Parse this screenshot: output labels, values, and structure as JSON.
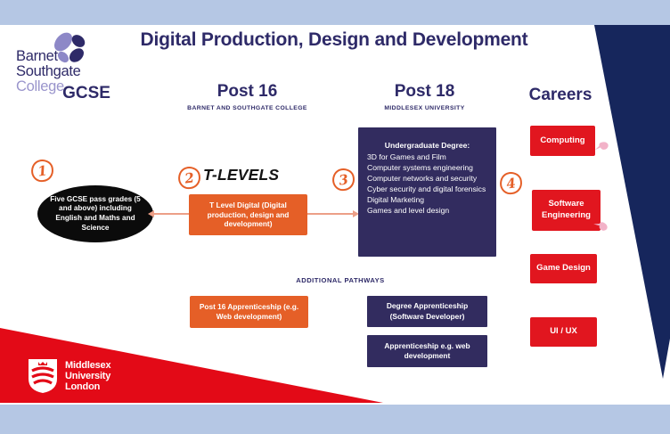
{
  "colors": {
    "strip_blue": "#b5c7e4",
    "navy_wedge": "#16265c",
    "heading_navy": "#2e2a68",
    "orange": "#e55f27",
    "career_red": "#e1161f",
    "wedge_red": "#e30a17",
    "purple_box": "#322c5f",
    "pink": "#f2b2c8",
    "arrow_salmon": "#ec9f87",
    "bubble_black": "#0b0b0b",
    "college_purple": "#9a95cc"
  },
  "college_logo": {
    "line1": "Barnet",
    "line2": "Southgate",
    "line3": "College"
  },
  "title": "Digital Production, Design and Development",
  "columns": {
    "gcse": {
      "heading": "GCSE"
    },
    "post16": {
      "heading": "Post 16",
      "subheading": "BARNET AND SOUTHGATE COLLEGE"
    },
    "post18": {
      "heading": "Post 18",
      "subheading": "MIDDLESEX UNIVERSITY"
    },
    "careers": {
      "heading": "Careers"
    }
  },
  "steps": [
    "1",
    "2",
    "3",
    "4"
  ],
  "gcse_bubble": "Five GCSE pass grades (5 and above) including English and Maths and Science",
  "tlevels_logo": "T-LEVELS",
  "tlevel_box": "T Level Digital (Digital production, design and development)",
  "degree_box": {
    "heading": "Undergraduate Degree:",
    "items": [
      "3D for Games and Film",
      "Computer systems engineering",
      "Computer networks and security",
      "Cyber security and digital forensics",
      "Digital Marketing",
      "Games and level design"
    ]
  },
  "careers": [
    "Computing",
    "Software Engineering",
    "Game Design",
    "UI / UX"
  ],
  "additional_pathways": {
    "heading": "ADDITIONAL PATHWAYS",
    "boxes": [
      "Post 16 Apprenticeship (e.g. Web development)",
      "Degree Apprenticeship (Software Developer)",
      "Apprenticeship e.g. web development"
    ]
  },
  "university_logo": {
    "line1": "Middlesex",
    "line2": "University",
    "line3": "London"
  }
}
